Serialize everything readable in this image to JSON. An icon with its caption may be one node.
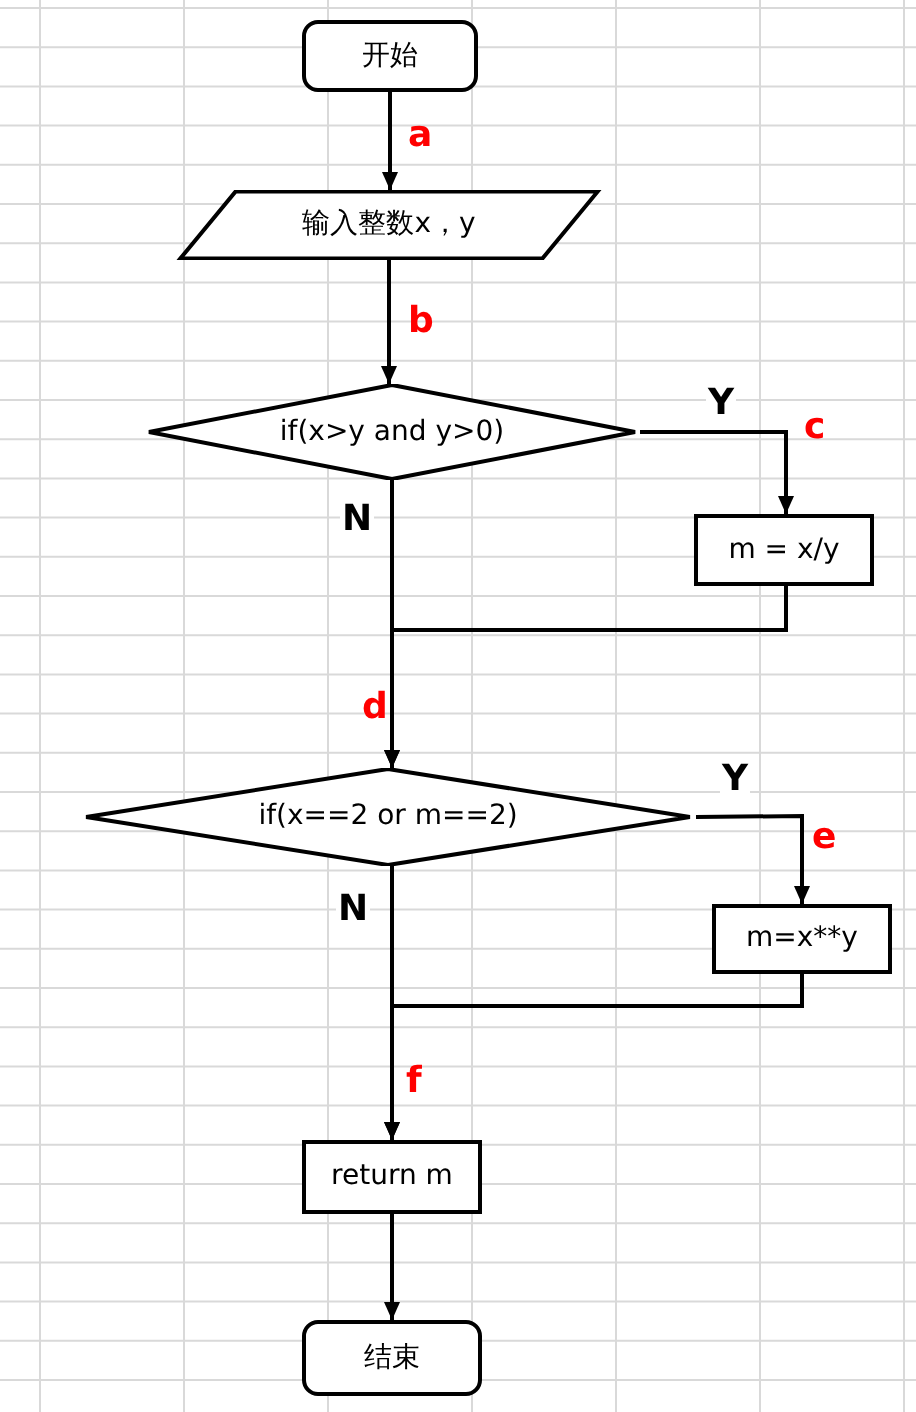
{
  "diagram": {
    "nodes": [
      {
        "text": [
          "开始"
        ]
      },
      {
        "text": [
          "输入整数x，y"
        ]
      },
      {
        "text": [
          "if(x>y and y>0)"
        ]
      },
      {
        "text": [
          "m = x/y"
        ]
      },
      {
        "text": [
          "if(x==2 or m==2)"
        ]
      },
      {
        "text": [
          "m=x**y"
        ]
      },
      {
        "text": [
          "return m"
        ]
      },
      {
        "text": [
          "结束"
        ]
      }
    ],
    "edges": [
      {
        "from": 0,
        "to": 1,
        "arrow": "to"
      },
      {
        "from": 1,
        "to": 2,
        "arrow": "to"
      },
      {
        "from": 2,
        "to": 3,
        "arrow": "to",
        "label": "Y"
      },
      {
        "from": 2,
        "to": 4,
        "arrow": "to",
        "label": "N"
      },
      {
        "from": 3,
        "to": 4,
        "arrow": "to"
      },
      {
        "from": 4,
        "to": 5,
        "arrow": "to",
        "label": "Y"
      },
      {
        "from": 4,
        "to": 6,
        "arrow": "to",
        "label": "N"
      },
      {
        "from": 5,
        "to": 6,
        "arrow": "to"
      },
      {
        "from": 6,
        "to": 7,
        "arrow": "to"
      }
    ],
    "labels": [
      "a",
      "b",
      "c",
      "d",
      "e",
      "f"
    ]
  }
}
